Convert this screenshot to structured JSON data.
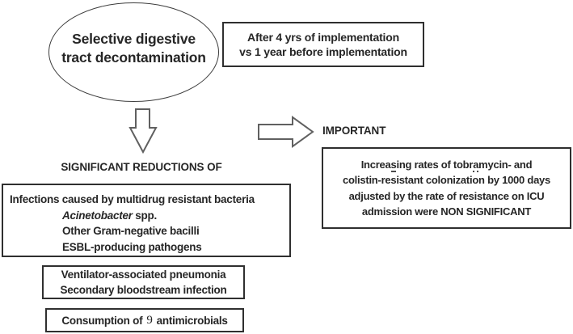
{
  "ellipse": {
    "line1": "Selective digestive",
    "line2": "tract decontamination"
  },
  "timeframe_box": {
    "line1": "After 4 yrs of implementation",
    "line2": "vs 1 year before implementation"
  },
  "labels": {
    "significant": "SIGNIFICANT REDUCTIONS OF",
    "important": "IMPORTANT"
  },
  "infections_box": {
    "line1": "Infections caused by multidrug resistant bacteria",
    "line2_parts": [
      "Acinetobacter",
      " spp."
    ],
    "line3": "Other Gram-negative bacilli",
    "line4": "ESBL-producing pathogens"
  },
  "pneumonia_box": {
    "line1": "Ventilator-associated pneumonia",
    "line2": "Secondary bloodstream infection"
  },
  "consumption_box": {
    "parts": [
      "Consumption of",
      "9",
      "antimicrobials"
    ]
  },
  "important_box": {
    "line1_parts": [
      "Increa",
      "s",
      "ing rates of tobr",
      "a",
      "mycin- and"
    ],
    "line2": "colistin-resistant colonization by 1000 days",
    "line3": "adjusted by the rate of resistance on ICU",
    "line4": "admission were NON SIGNIFICANT"
  },
  "colors": {
    "background": "#ffffff",
    "text": "#262626",
    "box_border": "#2f2f2f",
    "ellipse_border": "#3d3d3d",
    "arrow_outline": "#606060"
  }
}
